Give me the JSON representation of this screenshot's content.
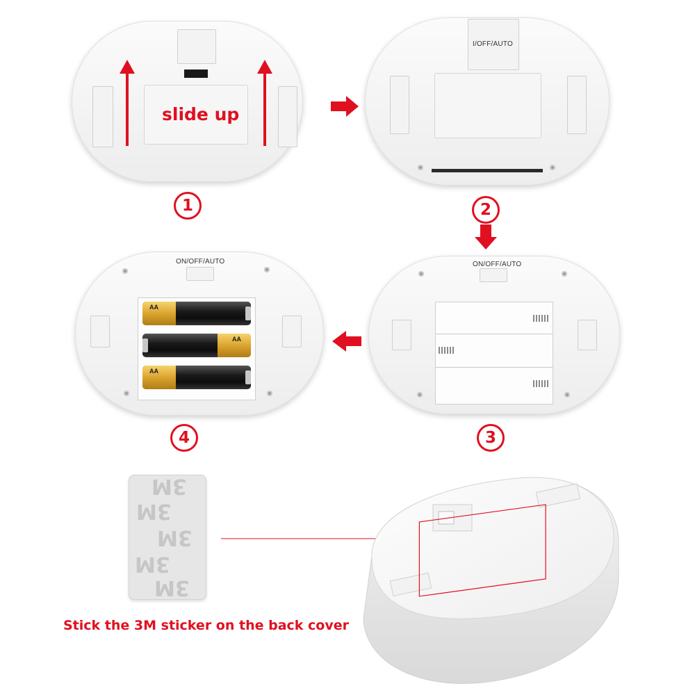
{
  "step1": {
    "text": "slide up",
    "number": "1"
  },
  "step2": {
    "switch_label": "I/OFF/AUTO",
    "number": "2"
  },
  "step3": {
    "switch_label": "ON/OFF/AUTO",
    "number": "3"
  },
  "step4": {
    "switch_label": "ON/OFF/AUTO",
    "number": "4"
  },
  "battery": {
    "size_label": "AA"
  },
  "sticker": {
    "logo_text": "3M"
  },
  "caption": "Stick the 3M sticker on the back cover",
  "colors": {
    "accent": "#e01020",
    "device": "#f2f2f2"
  },
  "icons": [
    "arrow-right-icon",
    "arrow-down-icon",
    "arrow-left-icon",
    "arrow-up-icon"
  ]
}
